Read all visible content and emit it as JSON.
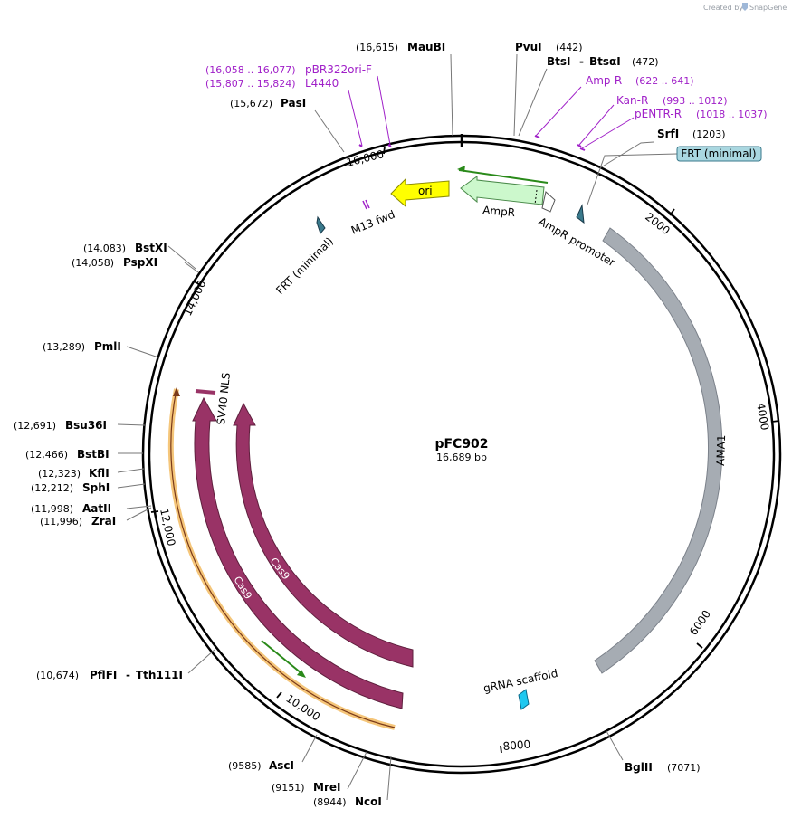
{
  "credit": "Created by",
  "credit_brand": "SnapGene",
  "plasmid": {
    "name": "pFC902",
    "length": "16,689 bp"
  },
  "ticks": [
    "2000",
    "4000",
    "6000",
    "8000",
    "10,000",
    "12,000",
    "14,000",
    "16,000"
  ],
  "cut_sites": [
    {
      "name": "MauBI",
      "pos": "(16,615)"
    },
    {
      "name": "PvuI",
      "pos": "(442)"
    },
    {
      "name": "BtsI",
      "name2": "BtsαI",
      "pos": "(472)"
    },
    {
      "name": "SrfI",
      "pos": "(1203)"
    },
    {
      "name": "BglII",
      "pos": "(7071)"
    },
    {
      "name": "NcoI",
      "pos": "(8944)"
    },
    {
      "name": "MreI",
      "pos": "(9151)"
    },
    {
      "name": "AscI",
      "pos": "(9585)"
    },
    {
      "name": "PflFI",
      "name2": "Tth111I",
      "pos": "(10,674)"
    },
    {
      "name": "ZraI",
      "pos": "(11,996)"
    },
    {
      "name": "AatII",
      "pos": "(11,998)"
    },
    {
      "name": "SphI",
      "pos": "(12,212)"
    },
    {
      "name": "KflI",
      "pos": "(12,323)"
    },
    {
      "name": "BstBI",
      "pos": "(12,466)"
    },
    {
      "name": "Bsu36I",
      "pos": "(12,691)"
    },
    {
      "name": "PmlI",
      "pos": "(13,289)"
    },
    {
      "name": "PspXI",
      "pos": "(14,058)"
    },
    {
      "name": "BstXI",
      "pos": "(14,083)"
    },
    {
      "name": "PasI",
      "pos": "(15,672)"
    }
  ],
  "primers": [
    {
      "name": "pBR322ori-F",
      "pos": "(16,058 .. 16,077)"
    },
    {
      "name": "L4440",
      "pos": "(15,807 .. 15,824)"
    },
    {
      "name": "Amp-R",
      "pos": "(622 .. 641)"
    },
    {
      "name": "Kan-R",
      "pos": "(993 .. 1012)"
    },
    {
      "name": "pENTR-R",
      "pos": "(1018 .. 1037)"
    }
  ],
  "features": {
    "frt_box": "FRT (minimal)",
    "frt_inner": "FRT (minimal)",
    "ori": "ori",
    "ampr": "AmpR",
    "ampr_promoter": "AmpR promoter",
    "m13": "M13 fwd",
    "ama1": "AMA1",
    "grna": "gRNA scaffold",
    "sv40": "SV40 NLS",
    "cas9_outer": "Cas9",
    "cas9_inner": "Cas9"
  },
  "colors": {
    "ori": "#ffff00",
    "ampr": "#ccf8cc",
    "ama1": "#a6acb3",
    "cas9": "#993366",
    "cas9_halo": "#f5c67a",
    "grna": "#1ec8f0",
    "frt": "#3a7a8c",
    "frt_box": "#a9d7e0",
    "primer": "#a020c8",
    "green_arrow": "#2a8a1a"
  }
}
